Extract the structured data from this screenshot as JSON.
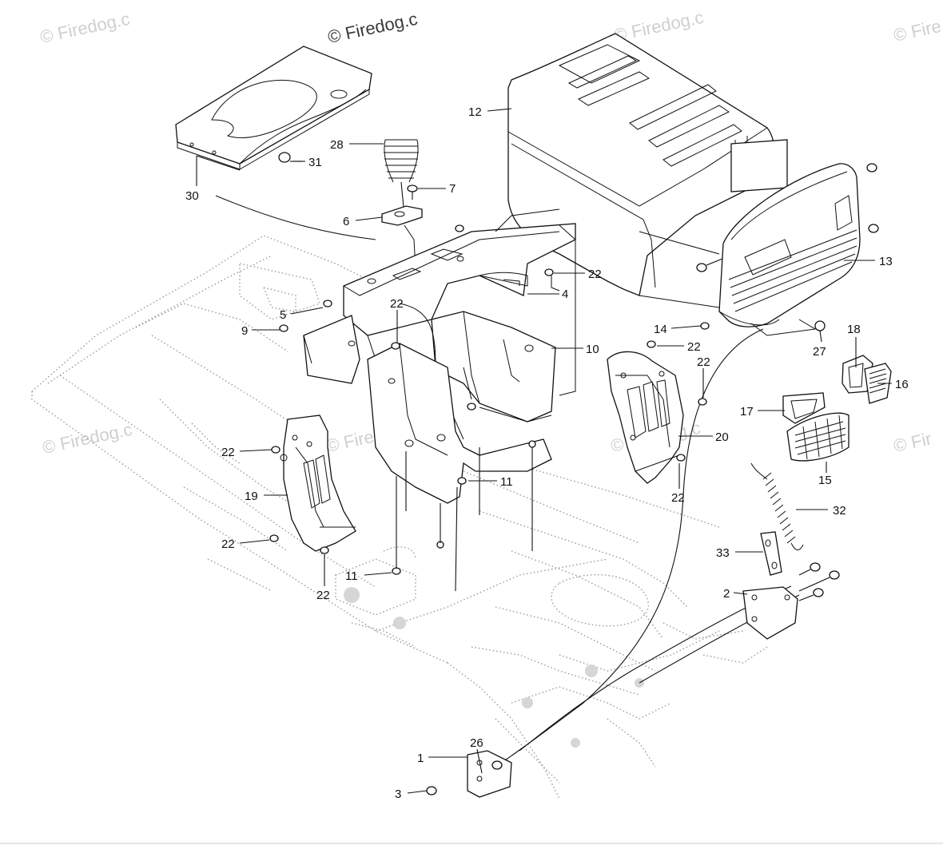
{
  "diagram": {
    "watermarks": [
      {
        "id": "wm-top-center",
        "text": "© Firedog.c"
      },
      {
        "id": "wm-top-left",
        "text": "© Firedog.c"
      },
      {
        "id": "wm-top-mid",
        "text": "© Firedog.c"
      },
      {
        "id": "wm-top-right",
        "text": "© Fire"
      },
      {
        "id": "wm-mid-left",
        "text": "© Firedog.c"
      },
      {
        "id": "wm-mid-center",
        "text": "© Firedog.c"
      },
      {
        "id": "wm-mid-right1",
        "text": "© Firedog.c"
      },
      {
        "id": "wm-mid-right2",
        "text": "© Fir"
      }
    ],
    "callouts": [
      {
        "id": "c30",
        "label": "30"
      },
      {
        "id": "c31",
        "label": "31"
      },
      {
        "id": "c28",
        "label": "28"
      },
      {
        "id": "c7",
        "label": "7"
      },
      {
        "id": "c6",
        "label": "6"
      },
      {
        "id": "c12",
        "label": "12"
      },
      {
        "id": "c13",
        "label": "13"
      },
      {
        "id": "c22a",
        "label": "22"
      },
      {
        "id": "c4",
        "label": "4"
      },
      {
        "id": "c5",
        "label": "5"
      },
      {
        "id": "c9",
        "label": "9"
      },
      {
        "id": "c22b",
        "label": "22"
      },
      {
        "id": "c14",
        "label": "14"
      },
      {
        "id": "c22c",
        "label": "22"
      },
      {
        "id": "c10",
        "label": "10"
      },
      {
        "id": "c22d",
        "label": "22"
      },
      {
        "id": "c27",
        "label": "27"
      },
      {
        "id": "c18",
        "label": "18"
      },
      {
        "id": "c16",
        "label": "16"
      },
      {
        "id": "c17",
        "label": "17"
      },
      {
        "id": "c20",
        "label": "20"
      },
      {
        "id": "c15",
        "label": "15"
      },
      {
        "id": "c22e",
        "label": "22"
      },
      {
        "id": "c22f",
        "label": "22"
      },
      {
        "id": "c11a",
        "label": "11"
      },
      {
        "id": "c19",
        "label": "19"
      },
      {
        "id": "c22g",
        "label": "22"
      },
      {
        "id": "c11b",
        "label": "11"
      },
      {
        "id": "c22h",
        "label": "22"
      },
      {
        "id": "c32",
        "label": "32"
      },
      {
        "id": "c33",
        "label": "33"
      },
      {
        "id": "c2",
        "label": "2"
      },
      {
        "id": "c26",
        "label": "26"
      },
      {
        "id": "c1",
        "label": "1"
      },
      {
        "id": "c3",
        "label": "3"
      }
    ]
  }
}
